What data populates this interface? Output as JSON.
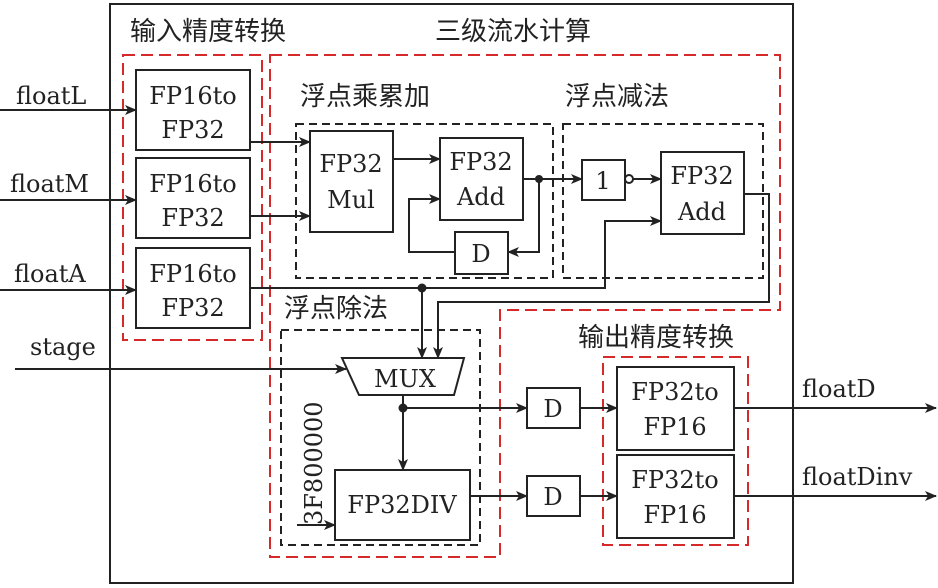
{
  "regions": {
    "input_conversion": "输入精度转换",
    "pipeline": "三级流水计算",
    "mac": "浮点乘累加",
    "subtract": "浮点减法",
    "divide": "浮点除法",
    "output_conversion": "输出精度转换"
  },
  "inputs": [
    "floatL",
    "floatM",
    "floatA",
    "stage"
  ],
  "outputs": [
    "floatD",
    "floatDinv"
  ],
  "blocks": {
    "fp16to": "FP16to",
    "fp32": "FP32",
    "mul": "Mul",
    "add": "Add",
    "delay": "D",
    "one": "1",
    "mux": "MUX",
    "div": "FP32DIV",
    "fp32to": "FP32to",
    "fp16": "FP16",
    "constant": "3F800000"
  },
  "colors": {
    "line": "#222222",
    "region_border": "#d62a2a"
  }
}
